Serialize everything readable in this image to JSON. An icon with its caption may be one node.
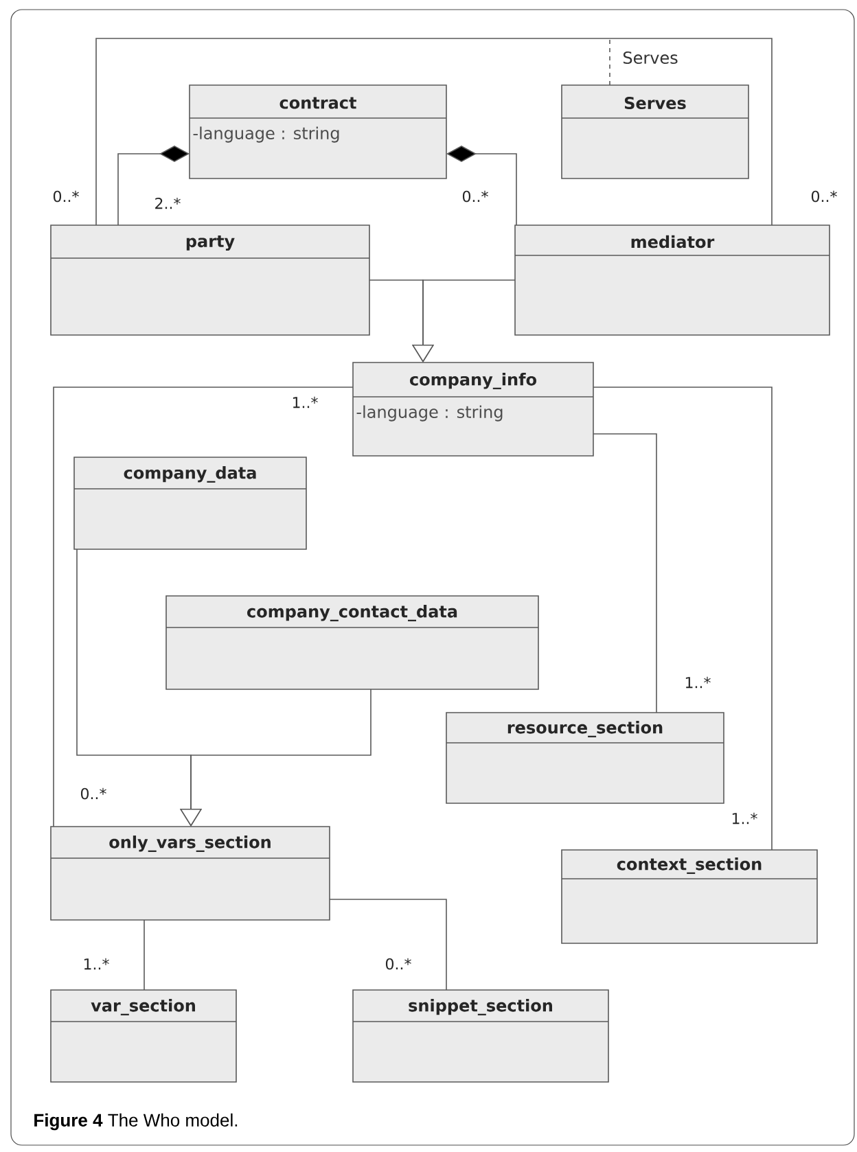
{
  "diagram": {
    "caption": "**Figure 4** The Who model.",
    "nodes": [
      {
        "text": [
          "contract",
          "-language : string"
        ]
      },
      {
        "text": [
          "Serves"
        ]
      },
      {
        "text": [
          "party"
        ]
      },
      {
        "text": [
          "mediator"
        ]
      },
      {
        "text": [
          "company_info",
          "-language : string"
        ]
      },
      {
        "text": [
          "company_data"
        ]
      },
      {
        "text": [
          "company_contact_data"
        ]
      },
      {
        "text": [
          "resource_section"
        ]
      },
      {
        "text": [
          "context_section"
        ]
      },
      {
        "text": [
          "only_vars_section"
        ]
      },
      {
        "text": [
          "var_section"
        ]
      },
      {
        "text": [
          "snippet_section"
        ]
      }
    ],
    "edges": [
      {
        "from": 2,
        "to": 3,
        "arrow": "none",
        "label": "Serves"
      },
      {
        "from": 1,
        "to": null,
        "arrow": "none",
        "style": "dashed"
      },
      {
        "from": 2,
        "to": 0,
        "arrow": "other"
      },
      {
        "from": 3,
        "to": 0,
        "arrow": "other"
      },
      {
        "from": 2,
        "to": 4,
        "arrow": "to"
      },
      {
        "from": 3,
        "to": 4,
        "arrow": "to"
      },
      {
        "from": 4,
        "to": 9,
        "arrow": "none"
      },
      {
        "from": 4,
        "to": 7,
        "arrow": "none"
      },
      {
        "from": 4,
        "to": 8,
        "arrow": "none"
      },
      {
        "from": 5,
        "to": 9,
        "arrow": "to"
      },
      {
        "from": 6,
        "to": 9,
        "arrow": "to"
      },
      {
        "from": 9,
        "to": 10,
        "arrow": "none"
      },
      {
        "from": 9,
        "to": 11,
        "arrow": "none"
      }
    ],
    "labels": [
      "0..*",
      "2..*",
      "0..*",
      "0..*",
      "1..*",
      "1..*",
      "0..*",
      "1..*",
      "1..*",
      "0..*"
    ]
  }
}
